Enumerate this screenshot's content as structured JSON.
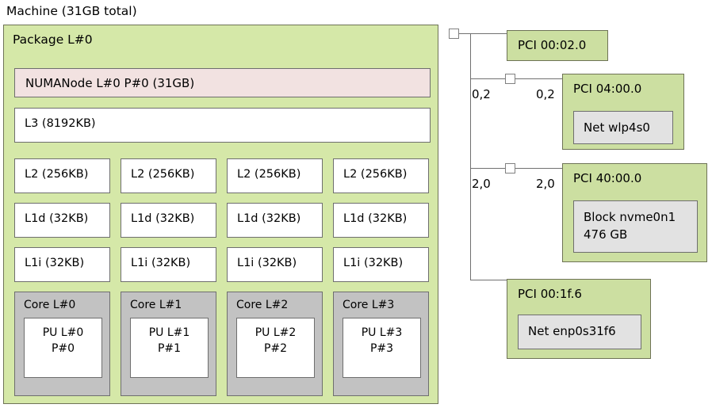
{
  "machine": {
    "title": "Machine (31GB total)",
    "package": {
      "label": "Package L#0",
      "numanode": {
        "label": "NUMANode L#0 P#0 (31GB)"
      },
      "l3": {
        "label": "L3 (8192KB)"
      },
      "l2": [
        {
          "label": "L2 (256KB)"
        },
        {
          "label": "L2 (256KB)"
        },
        {
          "label": "L2 (256KB)"
        },
        {
          "label": "L2 (256KB)"
        }
      ],
      "l1d": [
        {
          "label": "L1d (32KB)"
        },
        {
          "label": "L1d (32KB)"
        },
        {
          "label": "L1d (32KB)"
        },
        {
          "label": "L1d (32KB)"
        }
      ],
      "l1i": [
        {
          "label": "L1i (32KB)"
        },
        {
          "label": "L1i (32KB)"
        },
        {
          "label": "L1i (32KB)"
        },
        {
          "label": "L1i (32KB)"
        }
      ],
      "cores": [
        {
          "label": "Core L#0",
          "pu": "PU L#0\nP#0"
        },
        {
          "label": "Core L#1",
          "pu": "PU L#1\nP#1"
        },
        {
          "label": "Core L#2",
          "pu": "PU L#2\nP#2"
        },
        {
          "label": "Core L#3",
          "pu": "PU L#3\nP#3"
        }
      ]
    }
  },
  "io": {
    "devices": [
      {
        "label": "PCI 00:02.0",
        "child": null,
        "upstream_bw": null,
        "downstream_bw": null
      },
      {
        "label": "PCI 04:00.0",
        "child": "Net wlp4s0",
        "upstream_bw": "0,2",
        "downstream_bw": "0,2"
      },
      {
        "label": "PCI 40:00.0",
        "child": "Block nvme0n1\n476 GB",
        "upstream_bw": "2,0",
        "downstream_bw": "2,0"
      },
      {
        "label": "PCI 00:1f.6",
        "child": "Net enp0s31f6",
        "upstream_bw": null,
        "downstream_bw": null
      }
    ]
  },
  "colors": {
    "machine_fill": "#d5e8a8",
    "numanode_fill": "#f2e2e1",
    "cache_fill": "#ffffff",
    "core_fill": "#c2c2c2",
    "pci_fill": "#ccdfa1",
    "osdev_fill": "#e2e2e2",
    "border": "#6e7356",
    "line": "#707070"
  }
}
